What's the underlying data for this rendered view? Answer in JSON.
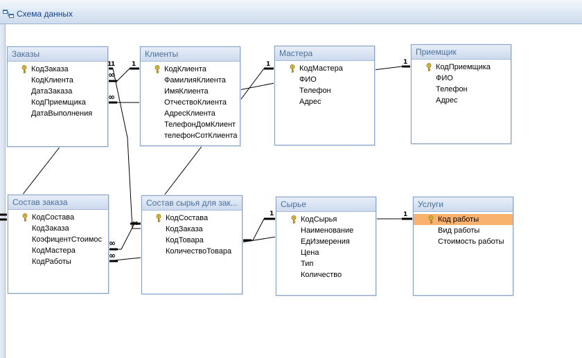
{
  "window": {
    "title": "Схема данных"
  },
  "tables": [
    {
      "name": "Заказы",
      "fields": [
        {
          "label": "КодЗаказа",
          "key": true
        },
        {
          "label": "КодКлиента",
          "key": false
        },
        {
          "label": "ДатаЗаказа",
          "key": false
        },
        {
          "label": "КодПриемщика",
          "key": false
        },
        {
          "label": "ДатаВыполнения",
          "key": false
        }
      ]
    },
    {
      "name": "Клиенты",
      "fields": [
        {
          "label": "КодКлиента",
          "key": true
        },
        {
          "label": "ФамилияКлиента",
          "key": false
        },
        {
          "label": "ИмяКлиента",
          "key": false
        },
        {
          "label": "ОтчествоКлиента",
          "key": false
        },
        {
          "label": "АдресКлиента",
          "key": false
        },
        {
          "label": "ТелефонДомКлиент",
          "key": false
        },
        {
          "label": "телефонСотКлиента",
          "key": false
        }
      ]
    },
    {
      "name": "Мастера",
      "fields": [
        {
          "label": "КодМастера",
          "key": true
        },
        {
          "label": "ФИО",
          "key": false
        },
        {
          "label": "Телефон",
          "key": false
        },
        {
          "label": "Адрес",
          "key": false
        }
      ]
    },
    {
      "name": "Приемщик",
      "fields": [
        {
          "label": "КодПриемщика",
          "key": true
        },
        {
          "label": "ФИО",
          "key": false
        },
        {
          "label": "Телефон",
          "key": false
        },
        {
          "label": "Адрес",
          "key": false
        }
      ]
    },
    {
      "name": "Состав заказа",
      "fields": [
        {
          "label": "КодСостава",
          "key": true
        },
        {
          "label": "КодЗаказа",
          "key": false
        },
        {
          "label": "КоэфицентСтоимос",
          "key": false
        },
        {
          "label": "КодМастера",
          "key": false
        },
        {
          "label": "КодРаботы",
          "key": false
        }
      ]
    },
    {
      "name": "Состав сырья для зак...",
      "fields": [
        {
          "label": "КодСостава",
          "key": true
        },
        {
          "label": "КодЗаказа",
          "key": false
        },
        {
          "label": "КодТовара",
          "key": false
        },
        {
          "label": "КоличествоТовара",
          "key": false
        }
      ]
    },
    {
      "name": "Сырье",
      "fields": [
        {
          "label": "КодСырья",
          "key": true
        },
        {
          "label": "Наименование",
          "key": false
        },
        {
          "label": "ЕдИзмерения",
          "key": false
        },
        {
          "label": "Цена",
          "key": false
        },
        {
          "label": "Тип",
          "key": false
        },
        {
          "label": "Количество",
          "key": false
        }
      ]
    },
    {
      "name": "Услуги",
      "fields": [
        {
          "label": "Код работы",
          "key": true,
          "selected": true
        },
        {
          "label": "Вид работы",
          "key": false
        },
        {
          "label": "Стоимость работы",
          "key": false
        }
      ]
    }
  ],
  "cardinality": {
    "one": "1",
    "many": "∞"
  },
  "colors": {
    "selected": "#f9b26e",
    "title": "#4a6e9c",
    "border": "#8aa4c8"
  }
}
